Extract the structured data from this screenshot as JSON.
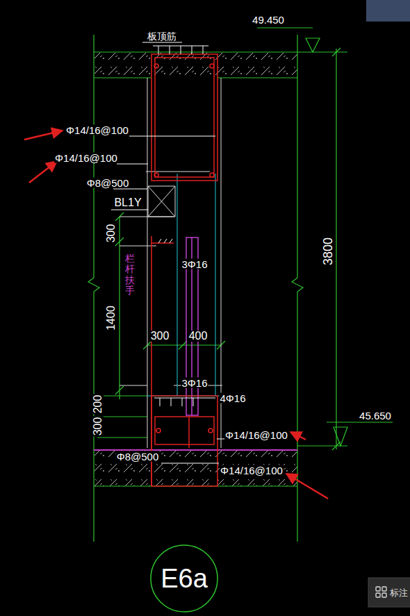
{
  "diagram": {
    "nodes": [
      {
        "text": [
          "E6a"
        ]
      }
    ],
    "labels": [
      "板顶筋",
      "49.450",
      "Φ14/16@100",
      "Φ14/16@100",
      "Φ8@500",
      "BL1Y",
      "300",
      "3Φ16",
      "栏杆扶手",
      "1400",
      "300",
      "400",
      "3Φ16",
      "4Φ16",
      "200",
      "300",
      "Φ14/16@100",
      "Φ8@500",
      "Φ14/16@100",
      "3800",
      "45.650",
      "标注"
    ]
  }
}
